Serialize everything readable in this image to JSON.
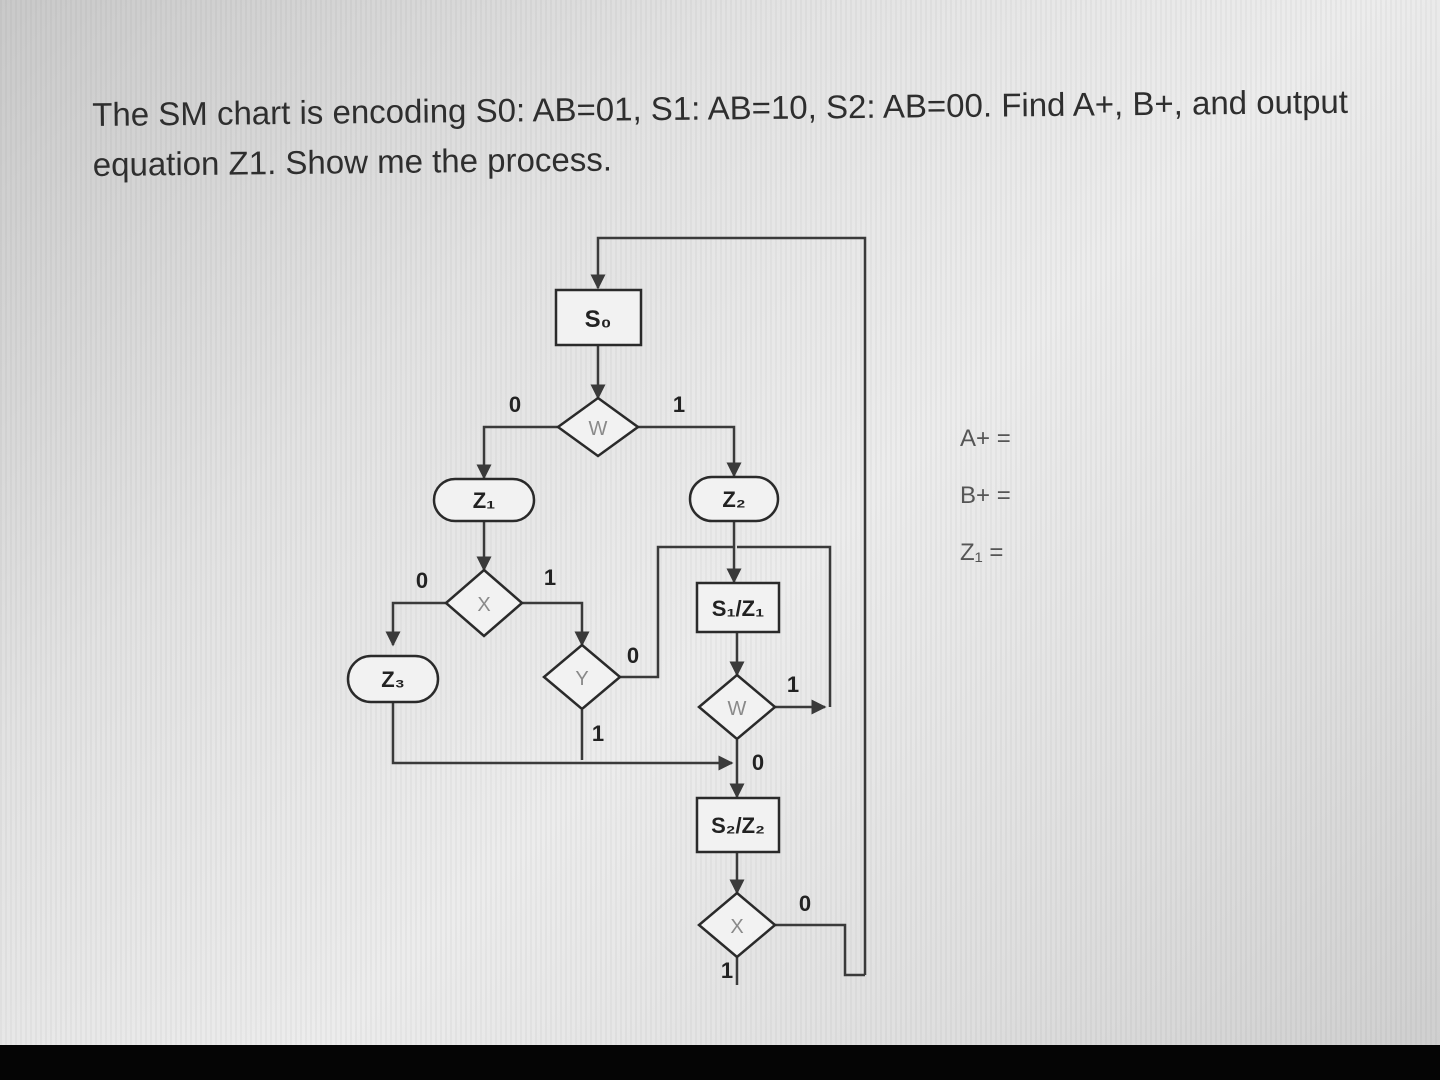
{
  "question": {
    "line1": "The SM chart is encoding S0: AB=01, S1: AB=10, S2: AB=00. Find A+, B+, and output",
    "line2": "equation Z1. Show me the process."
  },
  "chart": {
    "state_s0": "S₀",
    "decision_w_top": "W",
    "branch_w_top_false": "0",
    "branch_w_top_true": "1",
    "cond_output_z1": "Z₁",
    "cond_output_z2_top": "Z₂",
    "decision_x_left": "X",
    "branch_x_left_false": "0",
    "branch_x_left_true": "1",
    "cond_output_z3": "Z₃",
    "decision_y": "Y",
    "branch_y_false": "0",
    "branch_y_true": "1",
    "state_s1": "S₁/Z₁",
    "decision_w_mid": "W",
    "branch_w_mid_true": "1",
    "branch_w_mid_false": "0",
    "state_s2": "S₂/Z₂",
    "decision_x_bottom": "X",
    "branch_x_bottom_false": "0",
    "branch_x_bottom_true": "1"
  },
  "answers": {
    "a_plus": "A+ =",
    "b_plus": "B+ =",
    "z1": "Z₁ ="
  }
}
